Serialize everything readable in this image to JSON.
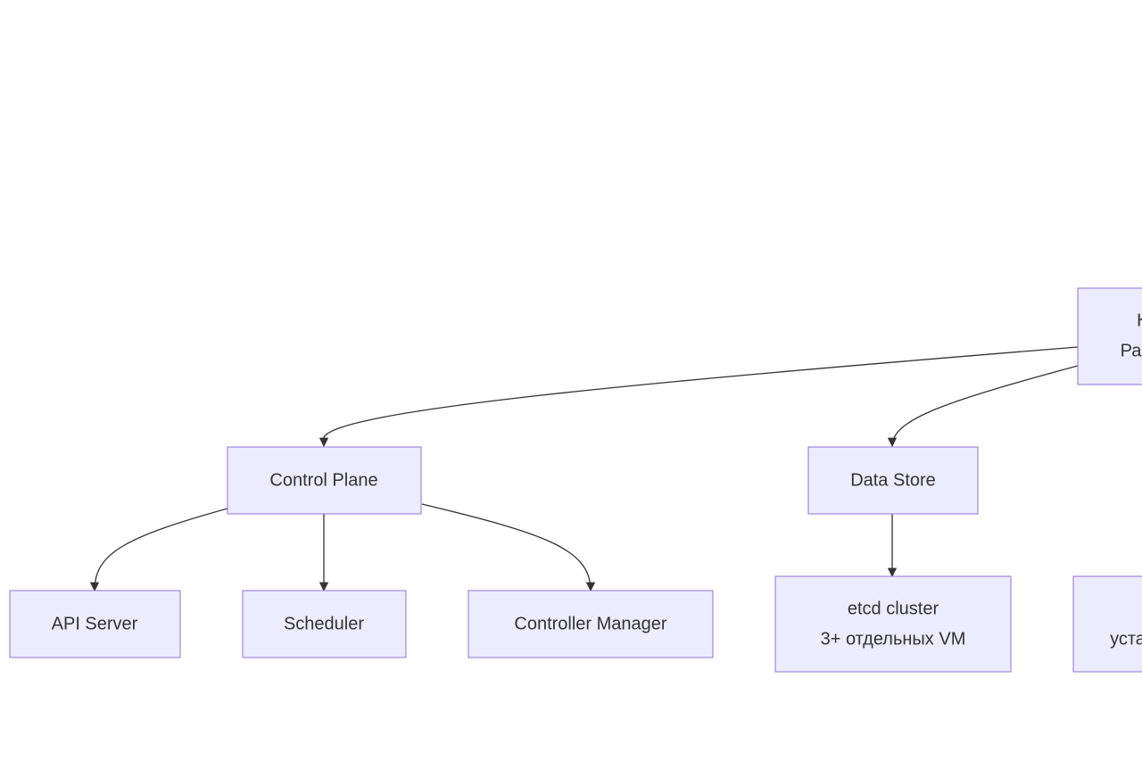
{
  "colors": {
    "node_fill": "#ECECFF",
    "node_stroke": "#9370DB",
    "edge": "#333333",
    "text": "#333333"
  },
  "nodes": {
    "root": {
      "lines": [
        "К",
        "Раз"
      ]
    },
    "control_plane": {
      "lines": [
        "Control Plane"
      ]
    },
    "data_store": {
      "lines": [
        "Data Store"
      ]
    },
    "api_server": {
      "lines": [
        "API Server"
      ]
    },
    "scheduler": {
      "lines": [
        "Scheduler"
      ]
    },
    "controller_manager": {
      "lines": [
        "Controller Manager"
      ]
    },
    "etcd_cluster": {
      "lines": [
        "etcd cluster",
        "3+ отдельных VM"
      ]
    },
    "partial_right": {
      "lines": [
        "",
        "уста"
      ]
    }
  },
  "edges": [
    {
      "from": "root",
      "to": "control_plane"
    },
    {
      "from": "root",
      "to": "data_store"
    },
    {
      "from": "control_plane",
      "to": "api_server"
    },
    {
      "from": "control_plane",
      "to": "scheduler"
    },
    {
      "from": "control_plane",
      "to": "controller_manager"
    },
    {
      "from": "data_store",
      "to": "etcd_cluster"
    }
  ]
}
